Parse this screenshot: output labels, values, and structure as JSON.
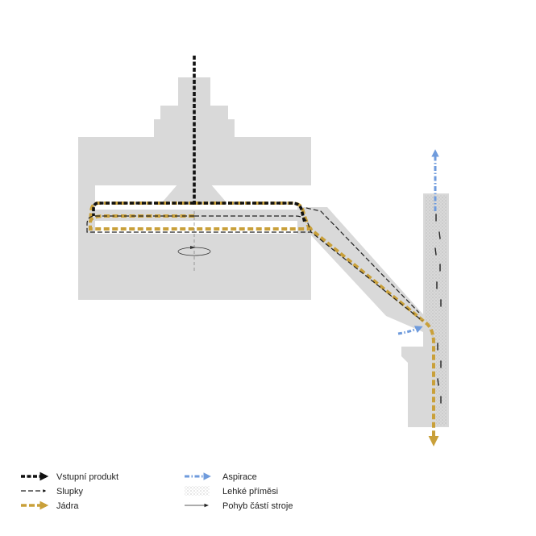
{
  "colors": {
    "machine": "#d9d9d9",
    "input_product": "#111111",
    "husks": "#222222",
    "kernels": "#c9a03a",
    "aspiration": "#6f9bdc",
    "light_impurities": "#9a9a9a",
    "machine_motion": "#555555"
  },
  "legend": {
    "input_product": "Vstupní produkt",
    "husks": "Slupky",
    "kernels": "Jádra",
    "aspiration": "Aspirace",
    "light_impurities": "Lehké příměsi",
    "machine_motion": "Pohyb částí stroje"
  }
}
